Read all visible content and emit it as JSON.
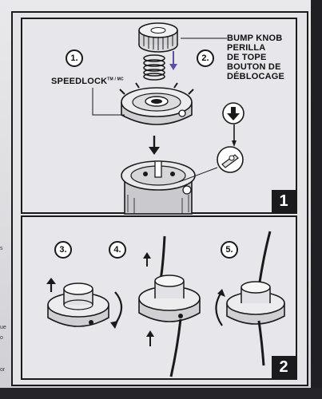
{
  "panel1": {
    "badge": "1",
    "steps": [
      "1.",
      "2."
    ],
    "speedlock_label": "SPEEDLOCK",
    "speedlock_mark": "TM / MC",
    "bump_knob": {
      "en": "BUMP KNOB",
      "es_1": "PERILLA",
      "es_2": "DE TOPE",
      "fr_1": "BOUTON DE",
      "fr_2": "DÉBLOCAGE"
    }
  },
  "panel2": {
    "badge": "2",
    "steps": [
      "3.",
      "4.",
      "5."
    ]
  },
  "left_margin_fragments": [
    "s",
    "ue",
    "o",
    "or"
  ],
  "icons": [
    "bump-knob-icon",
    "spring-icon",
    "spool-cap-icon",
    "trimmer-head-icon",
    "down-arrow-icon",
    "rotate-arrow-icon",
    "line-icon"
  ],
  "colors": {
    "ink": "#1a1a1a",
    "panel": "#e7e6eb",
    "badge": "#1b1b1d",
    "arrow_accent": "#5a4fa0"
  }
}
